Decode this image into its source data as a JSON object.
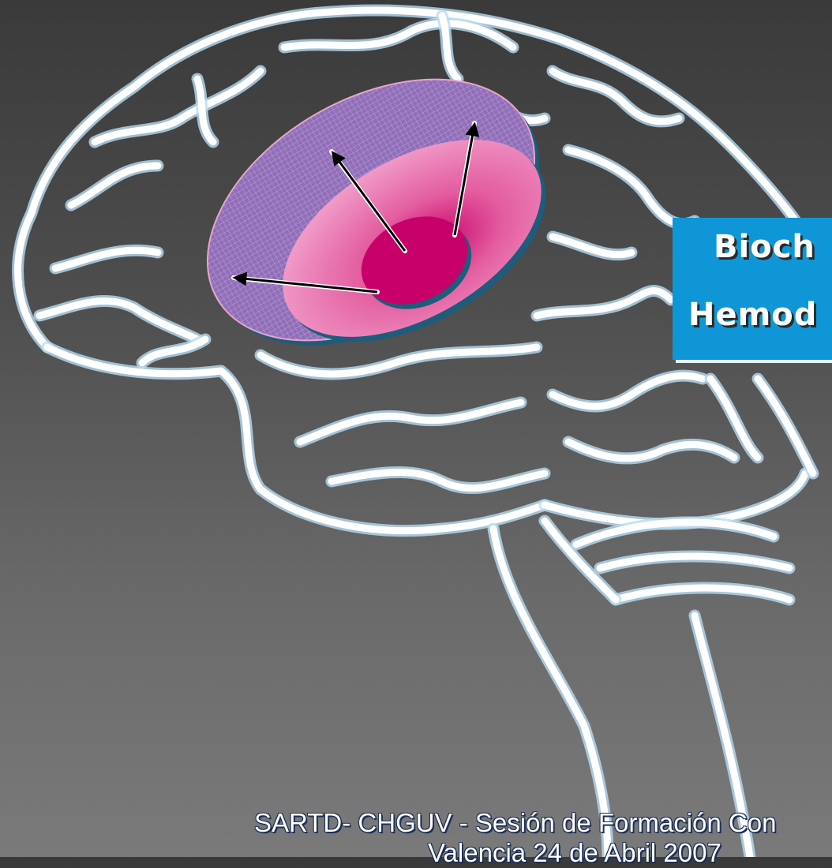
{
  "slide": {
    "label_box": {
      "line1": "Bioch",
      "line2": "Hemod"
    },
    "footer": {
      "line1": "SARTD- CHGUV - Sesión de Formación Con",
      "line2": "Valencia 24 de Abril 2007"
    }
  },
  "icons": [
    "brain-illustration-icon",
    "lesion-disc-icon",
    "arrow-icon"
  ],
  "colors": {
    "box": "#0e96d6",
    "disc_outer": "#9a7fc0",
    "disc_inner": "#e87fb0",
    "core": "#c8006a"
  }
}
